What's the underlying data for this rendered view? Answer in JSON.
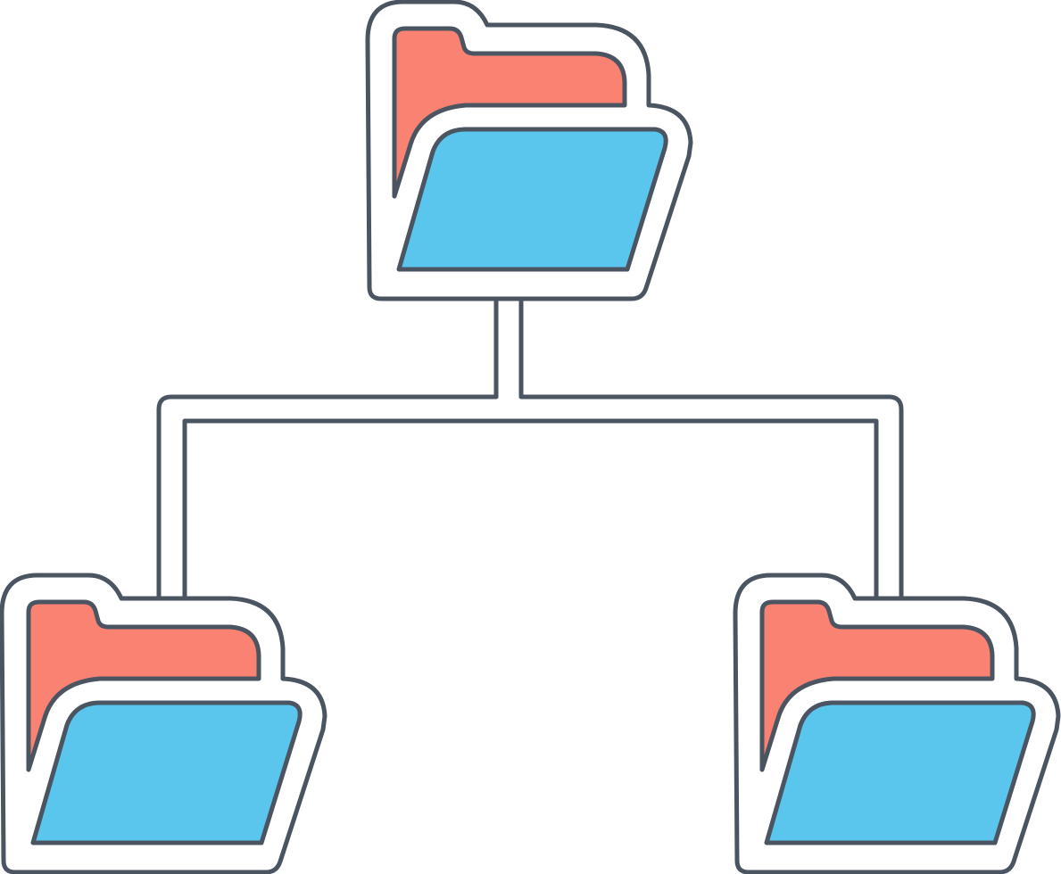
{
  "diagram": {
    "type": "folder-hierarchy",
    "colors": {
      "background": "#ffffff",
      "outline": "#4b5562",
      "folder_back": "#f98273",
      "folder_front": "#5bc6ed",
      "halo": "#ffffff"
    },
    "nodes": [
      {
        "id": "root-folder",
        "icon": "open-folder-icon",
        "level": 0
      },
      {
        "id": "child-folder-left",
        "icon": "open-folder-icon",
        "level": 1,
        "parent": "root-folder"
      },
      {
        "id": "child-folder-right",
        "icon": "open-folder-icon",
        "level": 1,
        "parent": "root-folder"
      }
    ]
  }
}
